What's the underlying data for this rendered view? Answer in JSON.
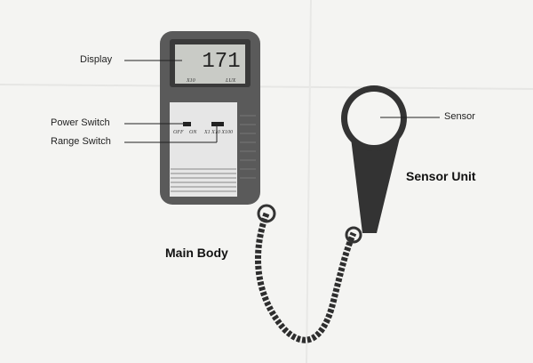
{
  "labels": {
    "display": "Display",
    "power_switch": "Power Switch",
    "range_switch": "Range Switch",
    "sensor": "Sensor",
    "sensor_unit": "Sensor Unit",
    "main_body": "Main Body"
  },
  "meter": {
    "reading": "171",
    "display_left_mark": "X10",
    "display_right_mark": "LUX",
    "power_off": "OFF",
    "power_on": "ON",
    "range_options": "X1 X10 X100"
  }
}
